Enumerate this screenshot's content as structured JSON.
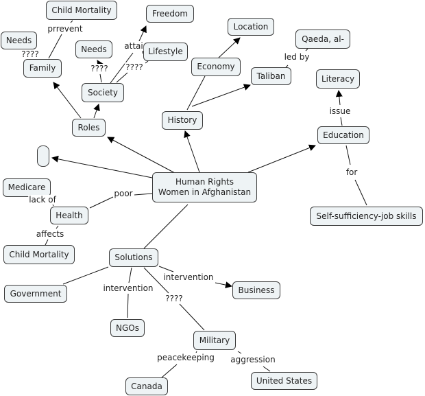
{
  "map": {
    "root": "Human Rights\nWomen in Afghanistan",
    "nodes": {
      "child_mortality_top": "Child Mortality",
      "freedom": "Freedom",
      "location": "Location",
      "needs_left": "Needs",
      "needs_mid": "Needs",
      "lifestyle": "Lifestyle",
      "qaeda": "Qaeda, al-",
      "family": "Family",
      "economy": "Economy",
      "taliban": "Taliban",
      "literacy": "Literacy",
      "society": "Society",
      "history": "History",
      "roles": "Roles",
      "education": "Education",
      "empty": "",
      "medicare": "Medicare",
      "health": "Health",
      "self_sufficiency": "Self-sufficiency-job skills",
      "child_mortality_bottom": "Child Mortality",
      "solutions": "Solutions",
      "government": "Government",
      "business": "Business",
      "ngos": "NGOs",
      "military": "Military",
      "canada": "Canada",
      "united_states": "United States"
    },
    "links": {
      "prrevent": "prrevent",
      "needs_family": "????",
      "attai": "attai",
      "needs_society": "????",
      "lifestyle_society": "????",
      "led_by": "led by",
      "issue": "issue",
      "for": "for",
      "lack_of": "lack of",
      "poor": "poor",
      "affects": "affects",
      "intervention_business": "intervention",
      "intervention_ngos": "intervention",
      "military_q": "????",
      "peacekeeping": "peacekeeping",
      "aggression": "aggression"
    }
  }
}
